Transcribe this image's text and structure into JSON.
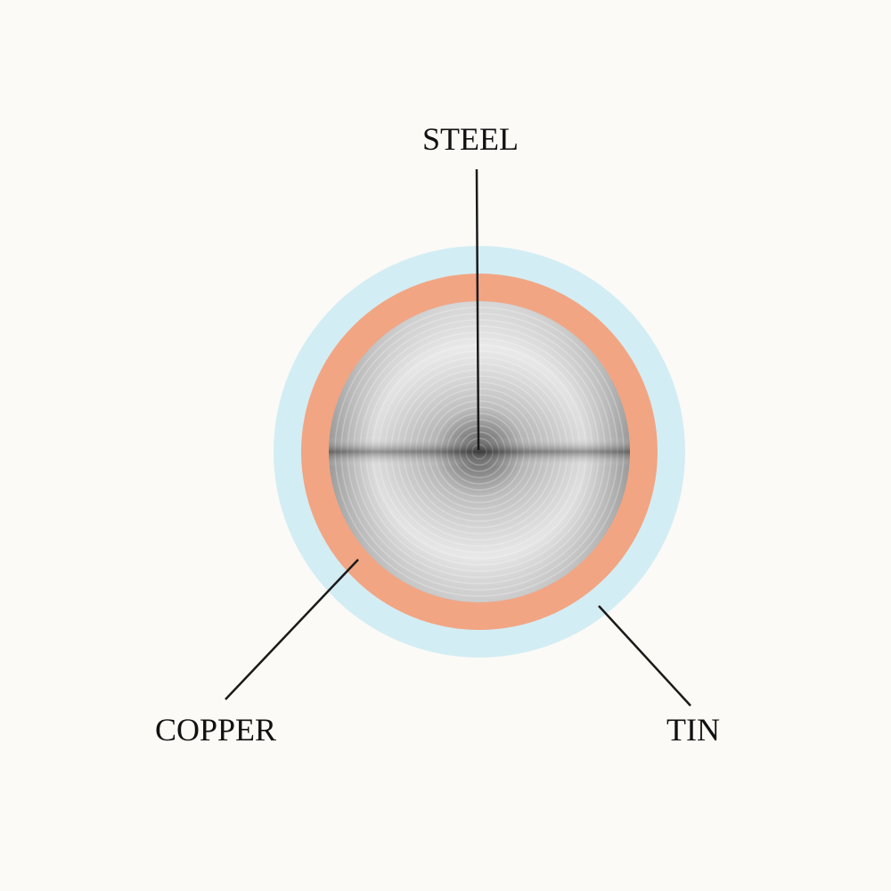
{
  "title": "Cross-section of tinned copper-clad steel wire",
  "labels": {
    "steel": "STEEL",
    "copper": "COPPER",
    "tin": "TIN"
  },
  "colors": {
    "tin": "#d3edf4",
    "copper": "#f2a583",
    "steel_light": "#f4f4f4",
    "steel_dark": "#3a3a3a",
    "leader": "#1a1a1a"
  }
}
